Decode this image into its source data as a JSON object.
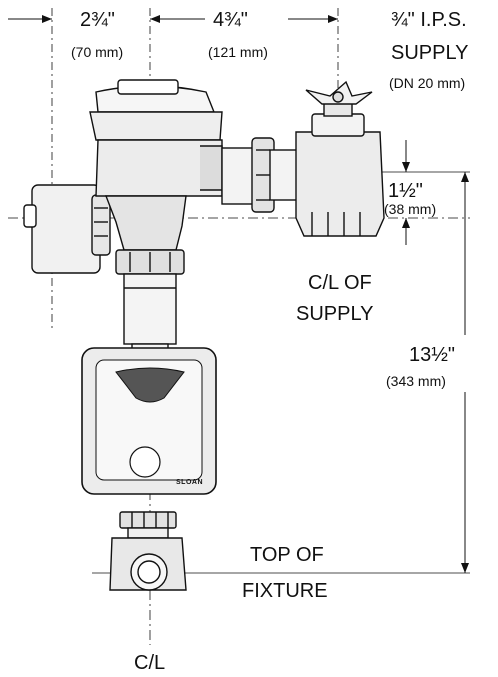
{
  "dimensions": {
    "left_width": {
      "label": "2¾\"",
      "metric": "(70 mm)"
    },
    "center_width": {
      "label": "4¾\"",
      "metric": "(121 mm)"
    },
    "supply_height": {
      "label": "1½\"",
      "metric": "(38 mm)"
    },
    "total_height": {
      "label": "13½\"",
      "metric": "(343 mm)"
    }
  },
  "callouts": {
    "supply_size": {
      "line1": "¾\" I.P.S.",
      "line2": "SUPPLY",
      "line3": "(DN 20 mm)"
    },
    "cl_supply": {
      "line1": "C/L OF",
      "line2": "SUPPLY"
    },
    "top_fixture": {
      "line1": "TOP OF",
      "line2": "FIXTURE"
    },
    "centerline": "C/L"
  },
  "sensor": {
    "brand": "SLOAN"
  }
}
